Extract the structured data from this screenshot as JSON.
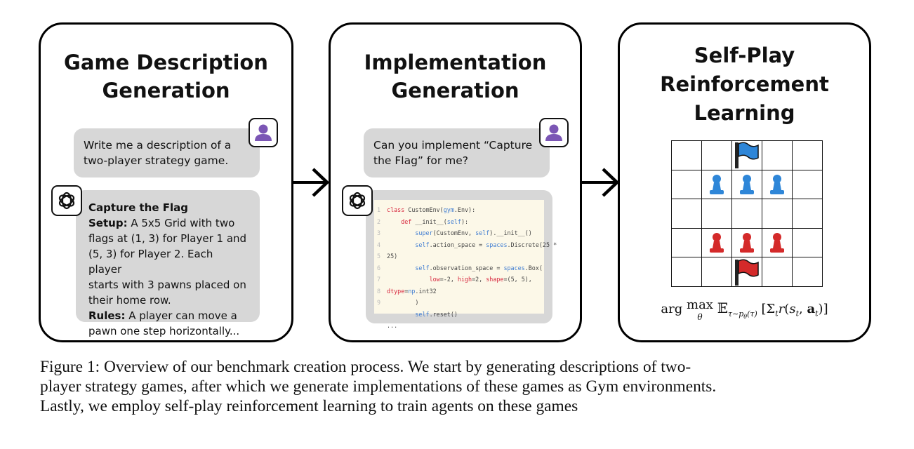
{
  "panels": [
    {
      "title_lines": [
        "Game Description",
        "Generation"
      ]
    },
    {
      "title_lines": [
        "Implementation",
        "Generation"
      ]
    },
    {
      "title_lines": [
        "Self-Play",
        "Reinforcement",
        "Learning"
      ]
    }
  ],
  "game_description": {
    "user_prompt_lines": [
      "Write me a description of a",
      "two-player strategy game."
    ],
    "answer_title": "Capture the Flag",
    "setup_label": "Setup:",
    "setup_lines": [
      " A 5x5 Grid with two",
      "flags at (1, 3) for Player 1 and",
      "(5, 3) for Player 2. Each player",
      "starts with 3 pawns placed on",
      "their home row."
    ],
    "rules_label": "Rules:",
    "rules_lines": [
      " A player can move a",
      "pawn one step horizontally..."
    ]
  },
  "implementation": {
    "user_prompt_lines": [
      "Can you implement “Capture",
      "the Flag” for me?"
    ],
    "code_lines": [
      "class CustomEnv(gym.Env):",
      "    def __init__(self):",
      "        super(CustomEnv, self).__init__()",
      "        self.action_space = spaces.Discrete(25 *",
      "25)",
      "        self.observation_space = spaces.Box(",
      "            low=-2, high=2, shape=(5, 5),",
      "dtype=np.int32",
      "        )",
      "        self.reset()",
      "..."
    ],
    "line_numbers": [
      "1",
      "2",
      "3",
      "4",
      "5",
      "6",
      "7",
      "8",
      "9",
      "",
      ""
    ]
  },
  "board": {
    "rows": 5,
    "cols": 5,
    "pieces": [
      {
        "row": 1,
        "col": 3,
        "kind": "flag",
        "color": "#2e86d8"
      },
      {
        "row": 2,
        "col": 2,
        "kind": "pawn",
        "color": "#2e86d8"
      },
      {
        "row": 2,
        "col": 3,
        "kind": "pawn",
        "color": "#2e86d8"
      },
      {
        "row": 2,
        "col": 4,
        "kind": "pawn",
        "color": "#2e86d8"
      },
      {
        "row": 4,
        "col": 2,
        "kind": "pawn",
        "color": "#d42a2a"
      },
      {
        "row": 4,
        "col": 3,
        "kind": "pawn",
        "color": "#d42a2a"
      },
      {
        "row": 4,
        "col": 4,
        "kind": "pawn",
        "color": "#d42a2a"
      },
      {
        "row": 5,
        "col": 3,
        "kind": "flag",
        "color": "#d42a2a"
      }
    ]
  },
  "formula": "arg max E_{τ∼pθ(τ)} [Σ_t r(s_t, a_t)]",
  "caption_lines": [
    "Figure 1: Overview of our benchmark creation process. We start by generating descriptions of two-",
    "player strategy games, after which we generate implementations of these games as Gym environments.",
    "Lastly, we employ self-play reinforcement learning to train agents on these games"
  ],
  "colors": {
    "avatar": "#7b56b5",
    "bubble": "#d7d7d7",
    "code_bg": "#fcf8e8",
    "blue": "#2e86d8",
    "red": "#d42a2a"
  }
}
